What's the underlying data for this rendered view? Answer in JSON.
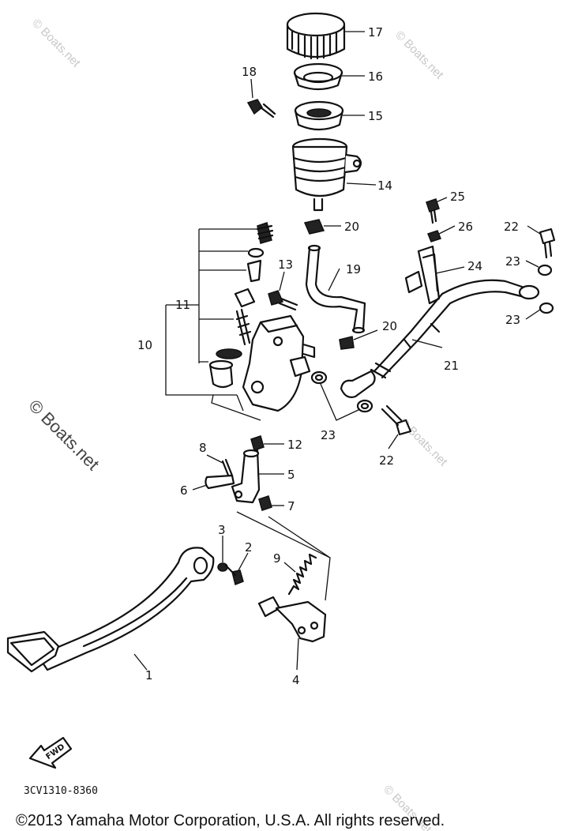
{
  "callouts": {
    "n1": "1",
    "n2": "2",
    "n3": "3",
    "n4": "4",
    "n5": "5",
    "n6": "6",
    "n7": "7",
    "n8": "8",
    "n9": "9",
    "n10": "10",
    "n11": "11",
    "n12": "12",
    "n13": "13",
    "n14": "14",
    "n15": "15",
    "n16": "16",
    "n17": "17",
    "n18": "18",
    "n19": "19",
    "n20": "20",
    "n21": "21",
    "n22": "22",
    "n23": "23",
    "n24": "24",
    "n25": "25",
    "n26": "26"
  },
  "fwd_label": "FWD",
  "diagram_code": "3CV1310-8360",
  "watermark": "© Boats.net",
  "copyright": "©2013 Yamaha Motor Corporation, U.S.A. All rights reserved."
}
